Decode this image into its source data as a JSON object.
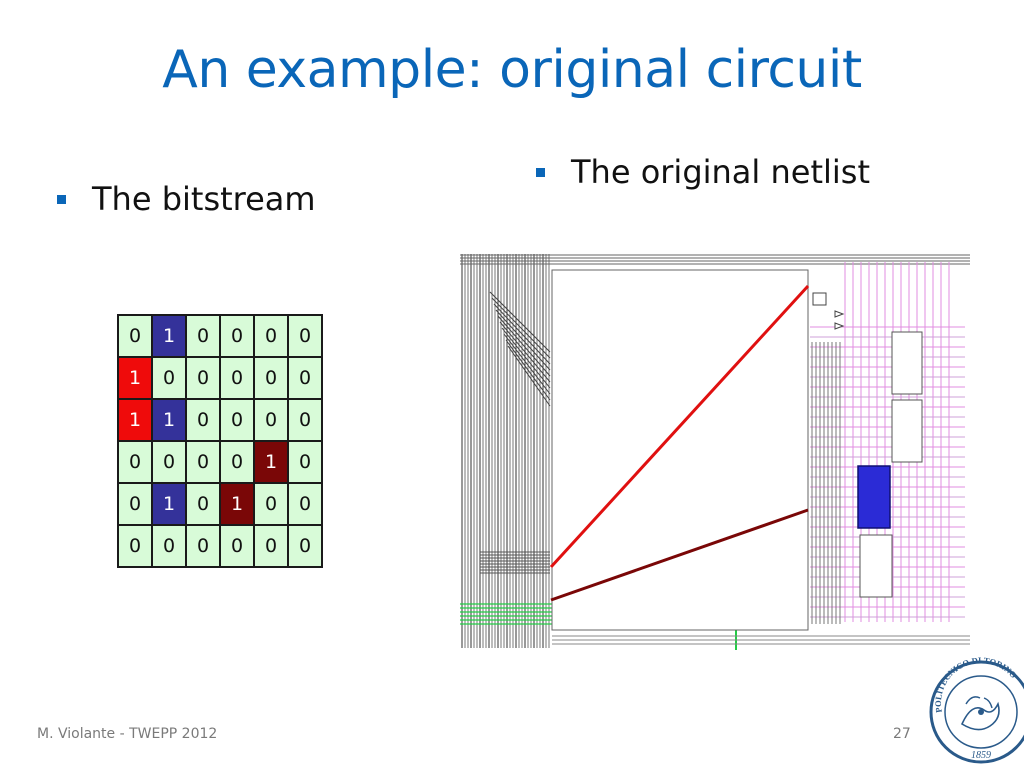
{
  "slide": {
    "title": "An example: original circuit",
    "bullet_left": "The bitstream",
    "bullet_right": "The original netlist",
    "footer": "M. Violante - TWEPP 2012",
    "page_number": "27"
  },
  "bitstream": {
    "rows": [
      [
        {
          "v": "0",
          "c": "green"
        },
        {
          "v": "1",
          "c": "blue"
        },
        {
          "v": "0",
          "c": "green"
        },
        {
          "v": "0",
          "c": "green"
        },
        {
          "v": "0",
          "c": "green"
        },
        {
          "v": "0",
          "c": "green"
        }
      ],
      [
        {
          "v": "1",
          "c": "red"
        },
        {
          "v": "0",
          "c": "green"
        },
        {
          "v": "0",
          "c": "green"
        },
        {
          "v": "0",
          "c": "green"
        },
        {
          "v": "0",
          "c": "green"
        },
        {
          "v": "0",
          "c": "green"
        }
      ],
      [
        {
          "v": "1",
          "c": "red"
        },
        {
          "v": "1",
          "c": "blue"
        },
        {
          "v": "0",
          "c": "green"
        },
        {
          "v": "0",
          "c": "green"
        },
        {
          "v": "0",
          "c": "green"
        },
        {
          "v": "0",
          "c": "green"
        }
      ],
      [
        {
          "v": "0",
          "c": "green"
        },
        {
          "v": "0",
          "c": "green"
        },
        {
          "v": "0",
          "c": "green"
        },
        {
          "v": "0",
          "c": "green"
        },
        {
          "v": "1",
          "c": "maroon"
        },
        {
          "v": "0",
          "c": "green"
        }
      ],
      [
        {
          "v": "0",
          "c": "green"
        },
        {
          "v": "1",
          "c": "blue"
        },
        {
          "v": "0",
          "c": "green"
        },
        {
          "v": "1",
          "c": "maroon"
        },
        {
          "v": "0",
          "c": "green"
        },
        {
          "v": "0",
          "c": "green"
        }
      ],
      [
        {
          "v": "0",
          "c": "green"
        },
        {
          "v": "0",
          "c": "green"
        },
        {
          "v": "0",
          "c": "green"
        },
        {
          "v": "0",
          "c": "green"
        },
        {
          "v": "0",
          "c": "green"
        },
        {
          "v": "0",
          "c": "green"
        }
      ]
    ]
  },
  "logo": {
    "text": "POLITECNICO DI TORINO",
    "year": "1859"
  },
  "colors": {
    "title": "#0a66b8",
    "cell_green": "#d8fbd8",
    "cell_red": "#ef0b0b",
    "cell_blue": "#34329a",
    "cell_maroon": "#7a0707",
    "wire_pink": "#e08ee0",
    "wire_gray": "#555555",
    "wire_green": "#22cc44",
    "selected_block": "#2b2bd6"
  },
  "icons": {
    "bullet": "square-bullet",
    "seal": "university-seal"
  }
}
